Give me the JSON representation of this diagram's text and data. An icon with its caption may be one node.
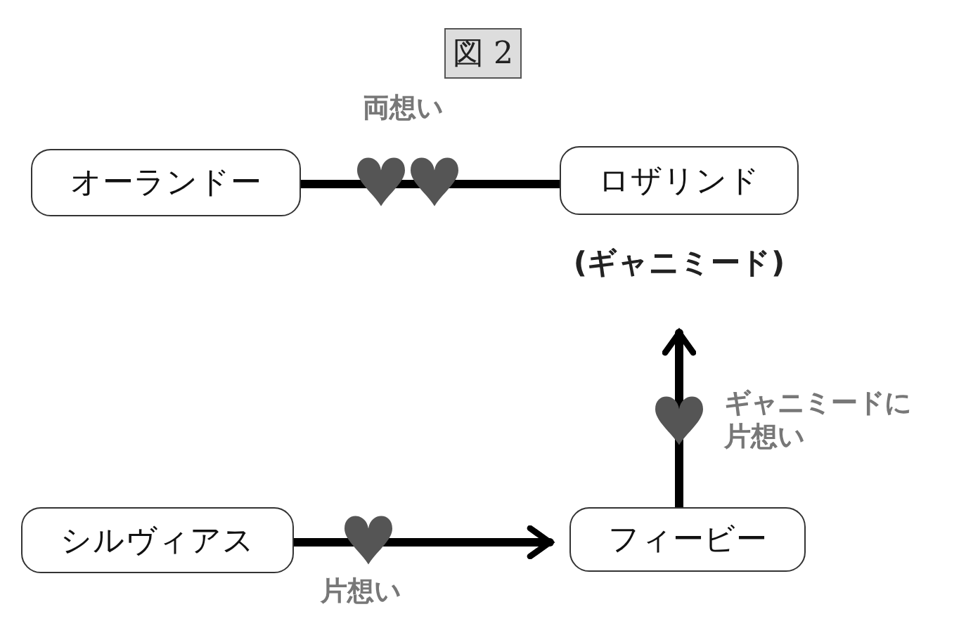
{
  "diagram": {
    "title": "図 2",
    "nodes": [
      {
        "text": [
          "オーランドー"
        ]
      },
      {
        "text": [
          "ロザリンド"
        ],
        "beside": [
          "(ギャニミード)"
        ]
      },
      {
        "text": [
          "シルヴィアス"
        ]
      },
      {
        "text": [
          "フィービー"
        ]
      }
    ],
    "edges": [
      {
        "from": 0,
        "to": 1,
        "arrow": "none",
        "label": "両想い"
      },
      {
        "from": 2,
        "to": 3,
        "arrow": "to",
        "label": "片想い"
      },
      {
        "from": 3,
        "to": 1,
        "arrow": "to",
        "label": "ギャニミードに片想い"
      }
    ]
  }
}
